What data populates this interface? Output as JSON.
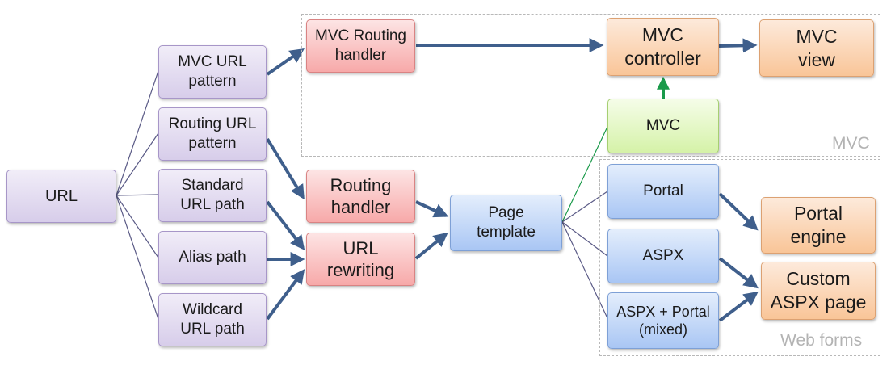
{
  "groups": {
    "mvc": "MVC",
    "web_forms": "Web forms"
  },
  "nodes": {
    "url": "URL",
    "mvc_url_pattern": "MVC URL\npattern",
    "routing_url_pattern": "Routing URL\npattern",
    "standard_url_path": "Standard\nURL path",
    "alias_path": "Alias path",
    "wildcard_url_path": "Wildcard\nURL path",
    "mvc_routing_handler": "MVC Routing\nhandler",
    "routing_handler": "Routing\nhandler",
    "url_rewriting": "URL\nrewriting",
    "page_template": "Page\ntemplate",
    "mvc_controller": "MVC\ncontroller",
    "mvc_view": "MVC\nview",
    "mvc": "MVC",
    "portal": "Portal",
    "aspx": "ASPX",
    "aspx_portal_mixed": "ASPX + Portal\n(mixed)",
    "portal_engine": "Portal\nengine",
    "custom_aspx_page": "Custom\nASPX page"
  },
  "colors": {
    "arrow": "#3f5f8c",
    "thin_line": "#5a5a86",
    "green_line": "#1a9a4a",
    "group_border": "#b8b8b8"
  }
}
